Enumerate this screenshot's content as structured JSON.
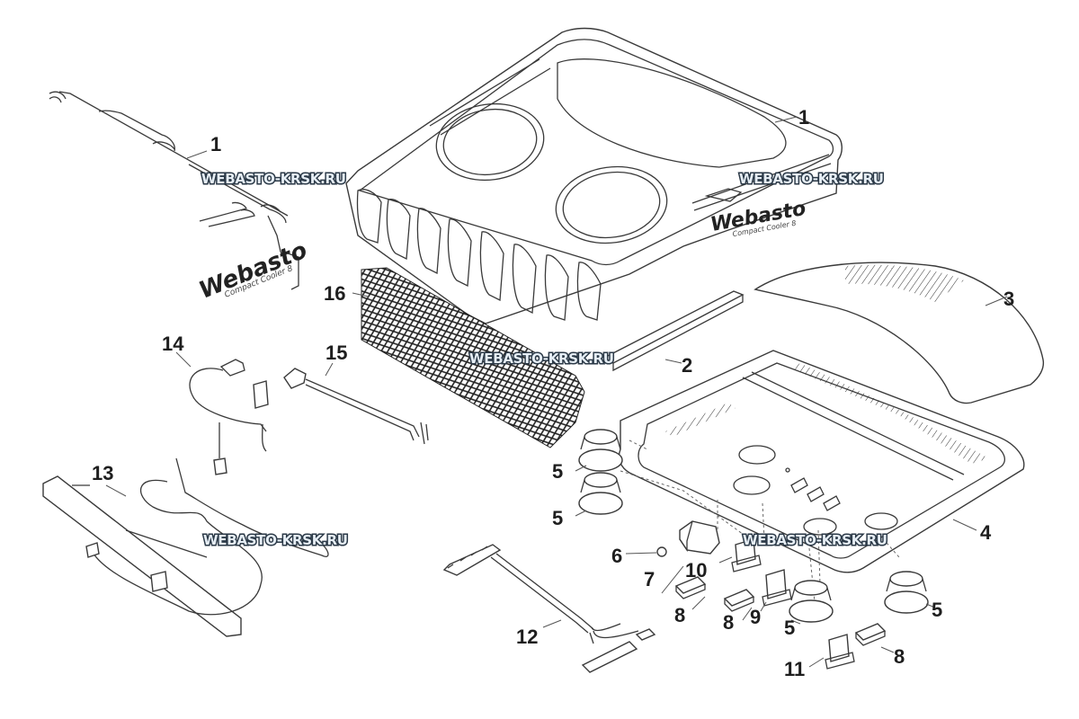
{
  "diagram": {
    "type": "exploded-parts-diagram",
    "product_brand": "Webasto",
    "product_model": "Compact Cooler 8",
    "watermark_text": "WEBASTO-KRSK.RU",
    "callouts": [
      {
        "id": "c1a",
        "label": "1"
      },
      {
        "id": "c1b",
        "label": "1"
      },
      {
        "id": "c2",
        "label": "2"
      },
      {
        "id": "c3",
        "label": "3"
      },
      {
        "id": "c4",
        "label": "4"
      },
      {
        "id": "c5a",
        "label": "5"
      },
      {
        "id": "c5b",
        "label": "5"
      },
      {
        "id": "c5c",
        "label": "5"
      },
      {
        "id": "c5d",
        "label": "5"
      },
      {
        "id": "c6",
        "label": "6"
      },
      {
        "id": "c7",
        "label": "7"
      },
      {
        "id": "c8a",
        "label": "8"
      },
      {
        "id": "c8b",
        "label": "8"
      },
      {
        "id": "c8c",
        "label": "8"
      },
      {
        "id": "c9",
        "label": "9"
      },
      {
        "id": "c10",
        "label": "10"
      },
      {
        "id": "c11",
        "label": "11"
      },
      {
        "id": "c12",
        "label": "12"
      },
      {
        "id": "c13",
        "label": "13"
      },
      {
        "id": "c14",
        "label": "14"
      },
      {
        "id": "c15",
        "label": "15"
      },
      {
        "id": "c16",
        "label": "16"
      }
    ]
  }
}
